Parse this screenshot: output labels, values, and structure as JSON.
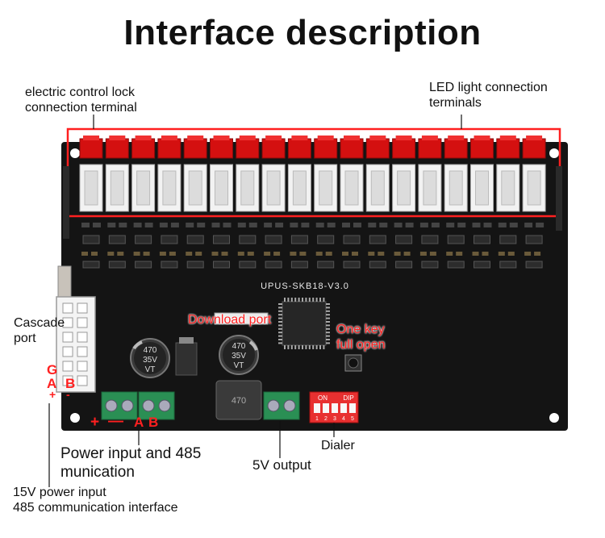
{
  "title": "Interface description",
  "labels": {
    "lock_terminal": [
      "electric control lock",
      "connection terminal"
    ],
    "led_terminal": [
      "LED light connection",
      "terminals"
    ],
    "cascade": [
      "Cascade",
      "port"
    ],
    "download": "Download port",
    "one_key": [
      "One key",
      "full open"
    ],
    "power": [
      "Power input and 485",
      "munication"
    ],
    "output5v": "5V output",
    "dialer": "Dialer",
    "power15": [
      "15V power input",
      "485 communication interface"
    ]
  },
  "pins": {
    "g": "G",
    "a": "A",
    "b": "B",
    "plus": "+",
    "minus": "-",
    "bottom_plus": "+",
    "bottom_minus": "—",
    "bottom_a": "A",
    "bottom_b": "B"
  },
  "board": {
    "model": "UPUS-SKB18-V3.0",
    "cap1": [
      "470",
      "35V",
      "VT"
    ],
    "cap2": [
      "470",
      "35V",
      "VT"
    ],
    "inductor": "470",
    "dip_on": "ON",
    "dip_label": "DIP",
    "dip_numbers": [
      "1",
      "2",
      "3",
      "4",
      "5"
    ],
    "terminal_count": 18
  },
  "colors": {
    "board": "#141414",
    "red": "#ff2020",
    "connector_red": "#d41010",
    "terminal_green": "#2a8f54"
  }
}
